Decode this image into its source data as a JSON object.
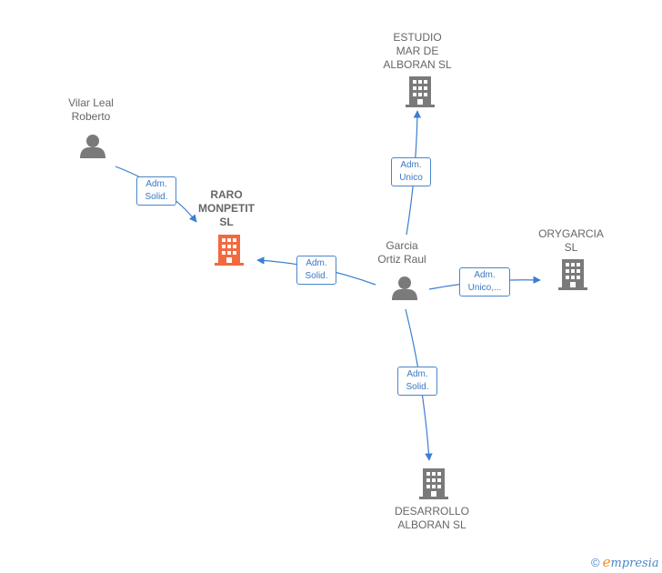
{
  "nodes": {
    "estudio": {
      "label": [
        "ESTUDIO",
        "MAR DE",
        "ALBORAN SL"
      ],
      "type": "company"
    },
    "vilar": {
      "label": [
        "Vilar Leal",
        "Roberto"
      ],
      "type": "person"
    },
    "raro": {
      "label": [
        "RARO",
        "MONPETIT",
        "SL"
      ],
      "type": "company-highlight"
    },
    "garcia": {
      "label": [
        "Garcia",
        "Ortiz Raul"
      ],
      "type": "person"
    },
    "orygarcia": {
      "label": [
        "ORYGARCIA",
        "SL"
      ],
      "type": "company"
    },
    "desarrollo": {
      "label": [
        "DESARROLLO",
        "ALBORAN SL"
      ],
      "type": "company"
    }
  },
  "edges": {
    "vilar_raro": [
      "Adm.",
      "Solid."
    ],
    "garcia_raro": [
      "Adm.",
      "Solid."
    ],
    "garcia_estudio": [
      "Adm.",
      "Unico"
    ],
    "garcia_orygarcia": [
      "Adm.",
      "Unico,..."
    ],
    "garcia_desarrollo": [
      "Adm.",
      "Solid."
    ]
  },
  "colors": {
    "edge": "#3b7fd0",
    "icon": "#7a7a7a",
    "highlight": "#f26a3d"
  },
  "brand": {
    "copyright": "©",
    "name_initial": "e",
    "name_rest": "mpresia"
  }
}
